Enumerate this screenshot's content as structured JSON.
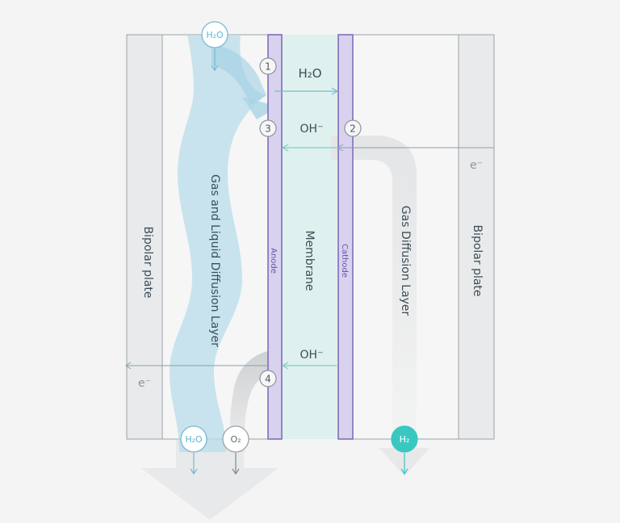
{
  "diagram": {
    "layers": {
      "bipolar_left": "Bipolar plate",
      "gas_liquid_diffusion": "Gas and Liquid Diffusion Layer",
      "anode": "Anode",
      "membrane": "Membrane",
      "cathode": "Cathode",
      "gas_diffusion": "Gas Diffusion Layer",
      "bipolar_right": "Bipolar plate"
    },
    "steps": [
      "1",
      "2",
      "3",
      "4"
    ],
    "species": {
      "h2o_top": "H₂O",
      "h2o_membrane": "H₂O",
      "oh_upper": "OH⁻",
      "oh_lower": "OH⁻",
      "electron_right": "e⁻",
      "electron_left": "e⁻",
      "h2o_out": "H₂O",
      "o2_out": "O₂",
      "h2_out": "H₂"
    },
    "colors": {
      "background": "#f4f4f4",
      "plate_fill": "#e9eaeb",
      "outline": "#9aa3a8",
      "electrode_fill": "#d9d2ef",
      "electrode_stroke": "#7a66b5",
      "membrane_fill": "#dff1ee",
      "water_flow": "#b8dcea",
      "water_text": "#5db4d4",
      "oxygen_flow": "#c9cccf",
      "hydrogen_flow": "#e3e5e6",
      "hydrogen_accent": "#38c8c0",
      "arrow_blue": "#78b8d3",
      "arrow_teal": "#7ecfc2",
      "text_dark": "#3b4d57"
    }
  }
}
